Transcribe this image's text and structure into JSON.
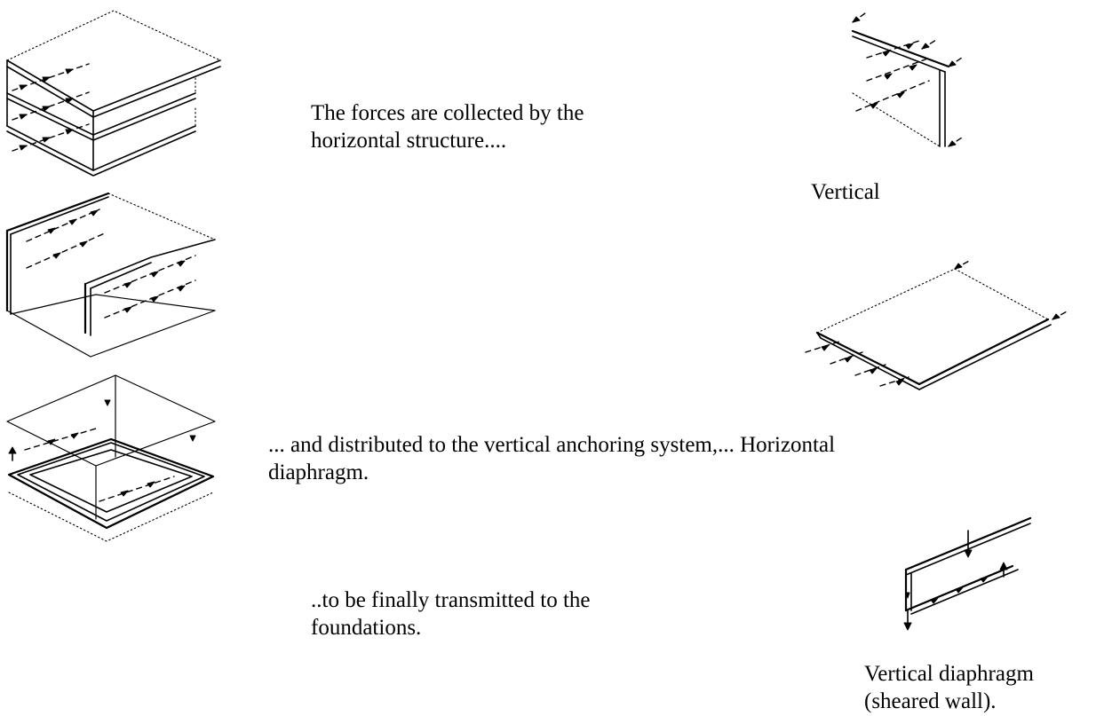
{
  "texts": {
    "collected_line1": "The forces are collected by the",
    "collected_line2": "horizontal structure....",
    "vertical_label": "Vertical",
    "distributed_line1": "... and distributed to the vertical anchoring system,... Horizontal",
    "distributed_line2": "diaphragm.",
    "transmitted_line1": "..to be finally transmitted to the",
    "transmitted_line2": "foundations.",
    "sheared_line1": "Vertical diaphragm",
    "sheared_line2": "(sheared wall)."
  },
  "figures": [
    "stacked-floor-slabs-figure",
    "walls-collecting-forces-figure",
    "vertical-anchoring-system-figure",
    "vertical-wall-element-figure",
    "horizontal-diaphragm-figure",
    "sheared-wall-figure"
  ]
}
